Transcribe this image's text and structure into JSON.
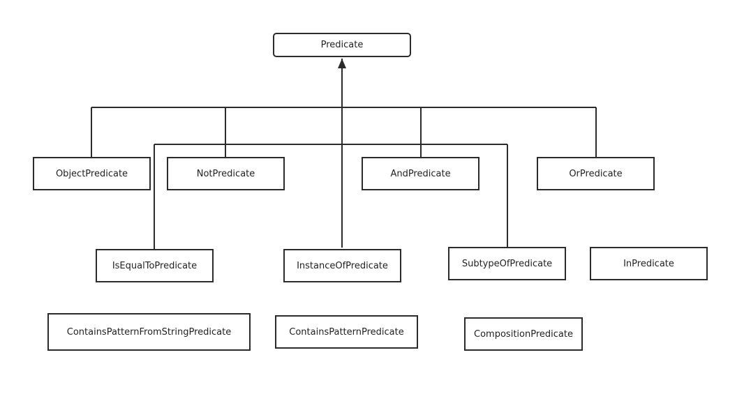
{
  "diagram": {
    "root": {
      "id": "predicate",
      "label": "Predicate"
    },
    "classes": [
      {
        "id": "object",
        "label": "ObjectPredicate",
        "parent": "Predicate"
      },
      {
        "id": "not",
        "label": "NotPredicate",
        "parent": "Predicate"
      },
      {
        "id": "and",
        "label": "AndPredicate",
        "parent": "Predicate"
      },
      {
        "id": "or",
        "label": "OrPredicate",
        "parent": "Predicate"
      },
      {
        "id": "isequalto",
        "label": "IsEqualToPredicate",
        "parent": "Predicate"
      },
      {
        "id": "instanceof",
        "label": "InstanceOfPredicate",
        "parent": "Predicate"
      },
      {
        "id": "subtypeof",
        "label": "SubtypeOfPredicate",
        "parent": "Predicate"
      },
      {
        "id": "in",
        "label": "InPredicate",
        "parent": null
      },
      {
        "id": "containspatternfromstring",
        "label": "ContainsPatternFromStringPredicate",
        "parent": null
      },
      {
        "id": "containspattern",
        "label": "ContainsPatternPredicate",
        "parent": null
      },
      {
        "id": "composition",
        "label": "CompositionPredicate",
        "parent": null
      }
    ],
    "colors": {
      "line": "#2b2b2b",
      "box_border": "#2b2b2b",
      "text": "#222222",
      "background": "#ffffff"
    }
  }
}
